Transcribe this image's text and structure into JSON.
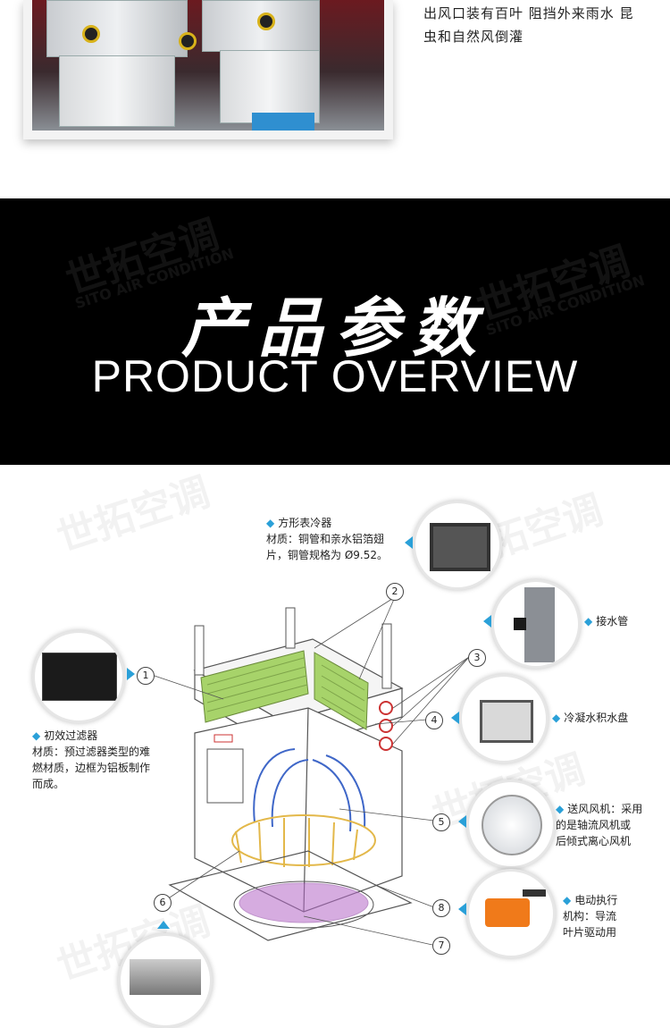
{
  "top": {
    "line1": "出风口装有百叶 阻挡外来雨水 昆",
    "line2": "虫和自然风倒灌"
  },
  "banner": {
    "title_cn": "产品参数",
    "title_en": "PRODUCT OVERVIEW",
    "watermark_cn": "世拓空调",
    "watermark_en": "SITO AIR CONDITION"
  },
  "diagram": {
    "part1": {
      "name": "初效过滤器",
      "desc1": "材质：预过滤器类型的难",
      "desc2": "燃材质，边框为铝板制作",
      "desc3": "而成。"
    },
    "part2": {
      "name": "方形表冷器",
      "desc1": "材质：铜管和亲水铝箔翅",
      "desc2": "片，铜管规格为 Ø9.52。"
    },
    "part3": {
      "name": "接水管"
    },
    "part4": {
      "name": "冷凝水积水盘"
    },
    "part5": {
      "name": "送风风机：采用",
      "desc1": "的是轴流风机或",
      "desc2": "后倾式离心风机"
    },
    "part8": {
      "name": "电动执行",
      "desc1": "机构：导流",
      "desc2": "叶片驱动用"
    },
    "numbers": [
      "1",
      "2",
      "3",
      "4",
      "5",
      "6",
      "7",
      "8"
    ]
  },
  "colors": {
    "accent": "#2aa0d8",
    "banner_bg": "#000000",
    "coil_green": "#a7d36a",
    "filter_yellow": "#e3b84a",
    "fan_purple": "#b56ac8"
  }
}
